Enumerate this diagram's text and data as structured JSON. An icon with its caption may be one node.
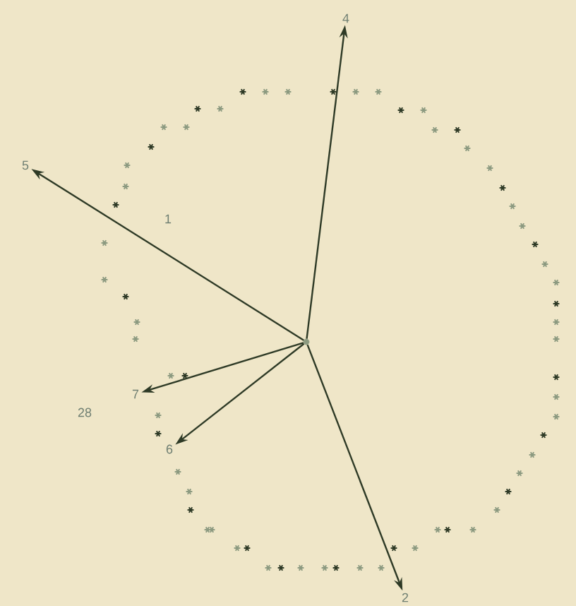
{
  "diagram": {
    "nodes": [
      {
        "text": [],
        "shape": "circle"
      },
      {
        "text": [
          "4"
        ]
      },
      {
        "text": [
          "5"
        ]
      },
      {
        "text": [
          "7"
        ]
      },
      {
        "text": [
          "6"
        ]
      },
      {
        "text": [
          "2"
        ]
      }
    ],
    "edges": [
      {
        "from": 0,
        "to": 1,
        "arrow": "to"
      },
      {
        "from": 0,
        "to": 2,
        "arrow": "to"
      },
      {
        "from": 0,
        "to": 3,
        "arrow": "to"
      },
      {
        "from": 0,
        "to": 4,
        "arrow": "to"
      },
      {
        "from": 0,
        "to": 5,
        "arrow": "to"
      }
    ],
    "labels": [
      "1",
      "28"
    ]
  }
}
